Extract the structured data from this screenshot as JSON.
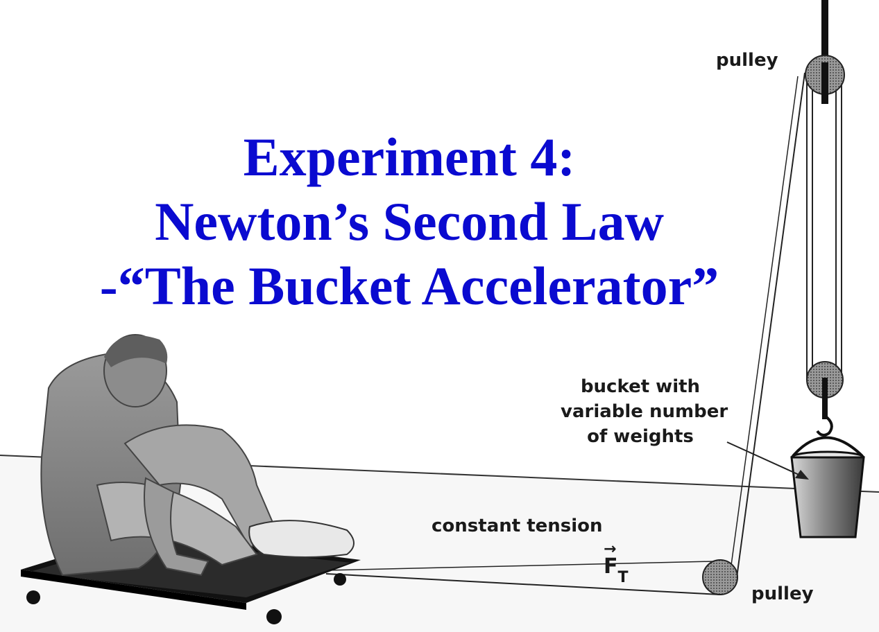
{
  "title": {
    "line1": "Experiment 4:",
    "line2": "Newton’s Second Law",
    "line3": "-“The Bucket Accelerator”"
  },
  "labels": {
    "pulley_top": "pulley",
    "pulley_bottom": "pulley",
    "bucket_line1": "bucket with",
    "bucket_line2": "variable number",
    "bucket_line3": "of weights",
    "tension": "constant tension",
    "force_symbol": "F",
    "force_subscript": "T",
    "force_arrow": "→"
  },
  "colors": {
    "title": "#0a0ad0",
    "pulley_fill": "#8a8a8a",
    "floor_fill": "#f6f6f6"
  }
}
